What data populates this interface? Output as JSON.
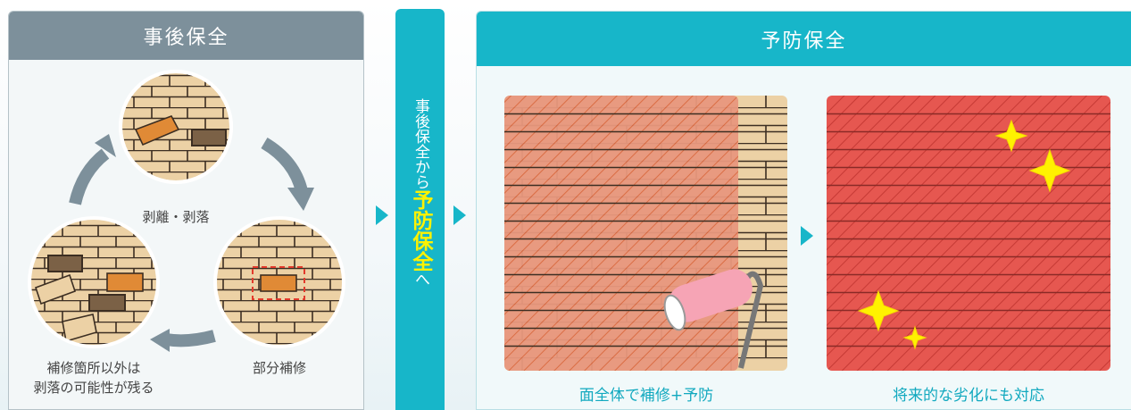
{
  "left_panel": {
    "title": "事後保全",
    "captions": {
      "peel": "剥離・剥落",
      "repair": "部分補修",
      "other_1": "補修箇所以外は",
      "other_2": "剥落の可能性が残る"
    }
  },
  "middle": {
    "text_before": "事後保全から",
    "text_highlight": "予防保全",
    "text_after": "へ"
  },
  "right_panel": {
    "title": "予防保全",
    "captions": {
      "whole": "面全体で補修+予防",
      "future": "将来的な劣化にも対応"
    }
  },
  "colors": {
    "left_header": "#7d909b",
    "teal": "#17b6c9",
    "highlight": "#fff200",
    "tile": "#ecd1a5",
    "coat": "#e8977e",
    "coat_full": "#e65750"
  }
}
